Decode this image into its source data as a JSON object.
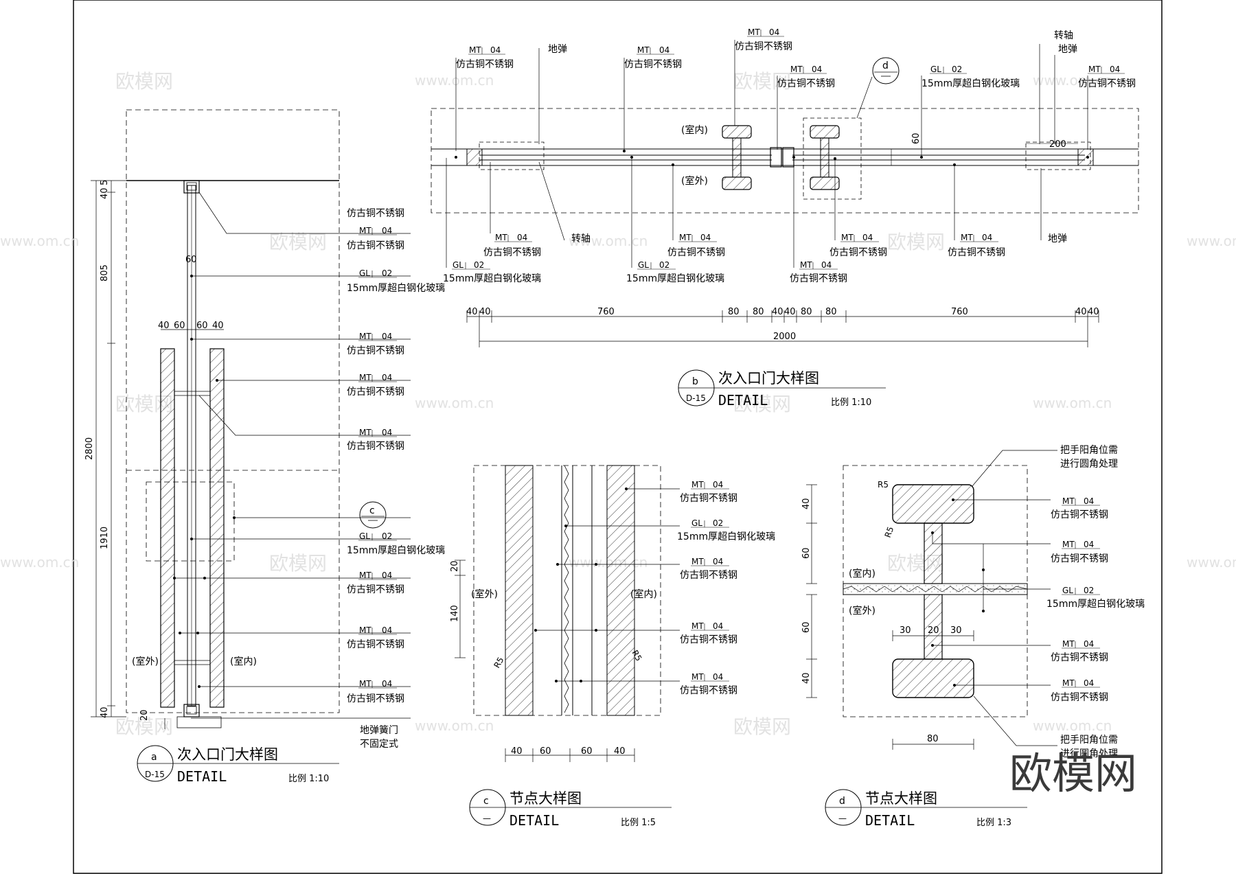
{
  "materials": {
    "mt_code": "MT",
    "mt_num": "04",
    "mt_name": "仿古铜不锈钢",
    "gl_code": "GL",
    "gl_num": "02",
    "gl_name": "15mm厚超白钢化玻璃"
  },
  "labels": {
    "floor_spring": "地弹",
    "pivot": "转轴",
    "indoor": "(室内)",
    "outdoor": "(室外)",
    "handle_note_1": "把手阳角位需",
    "handle_note_2": "进行圆角处理",
    "floor_spring_note_1": "地弹簧门",
    "floor_spring_note_2": "不固定式",
    "r5": "R5"
  },
  "details": {
    "a": {
      "letter": "a",
      "sheet": "D-15",
      "title": "次入口门大样图",
      "subtitle": "DETAIL",
      "scale": "比例  1:10"
    },
    "b": {
      "letter": "b",
      "sheet": "D-15",
      "title": "次入口门大样图",
      "subtitle": "DETAIL",
      "scale": "比例  1:10"
    },
    "c": {
      "letter": "c",
      "sheet": "—",
      "title": "节点大样图",
      "subtitle": "DETAIL",
      "scale": "比例    1:5"
    },
    "d": {
      "letter": "d",
      "sheet": "—",
      "title": "节点大样图",
      "subtitle": "DETAIL",
      "scale": "比例    1:3"
    }
  },
  "dimensions": {
    "a_vertical": [
      "5",
      "40",
      "805",
      "1910",
      "2800",
      "40",
      "20"
    ],
    "a_top_widths": [
      "40",
      "60",
      "60",
      "40"
    ],
    "a_glass": "60",
    "b_chain": [
      "40",
      "40",
      "760",
      "80",
      "80",
      "40",
      "40",
      "80",
      "80",
      "760",
      "40",
      "40"
    ],
    "b_total": "2000",
    "b_extra": [
      "60",
      "200"
    ],
    "c_vertical": [
      "20",
      "140"
    ],
    "c_bottom": [
      "40",
      "60",
      "60",
      "40"
    ],
    "d_vertical": [
      "40",
      "60",
      "60",
      "40"
    ],
    "d_mid": [
      "30",
      "20",
      "30"
    ],
    "d_bottom": "80"
  },
  "watermarks": {
    "cn": "欧模网",
    "url": "www.om.cn",
    "brand": "欧模网"
  }
}
